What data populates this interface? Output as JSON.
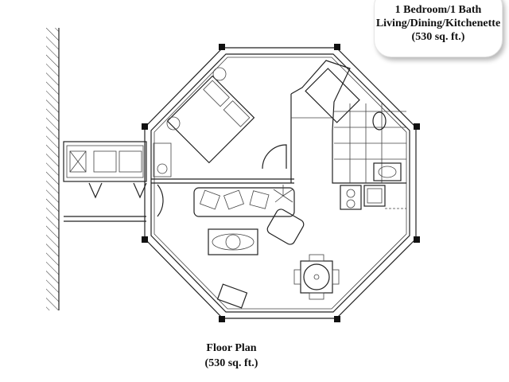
{
  "summary": {
    "line1": "1 Bedroom/1 Bath",
    "line2": "Living/Dining/Kitchenette",
    "line3": "(530 sq. ft.)"
  },
  "caption": {
    "title": "Floor Plan",
    "area": "(530 sq. ft.)"
  }
}
